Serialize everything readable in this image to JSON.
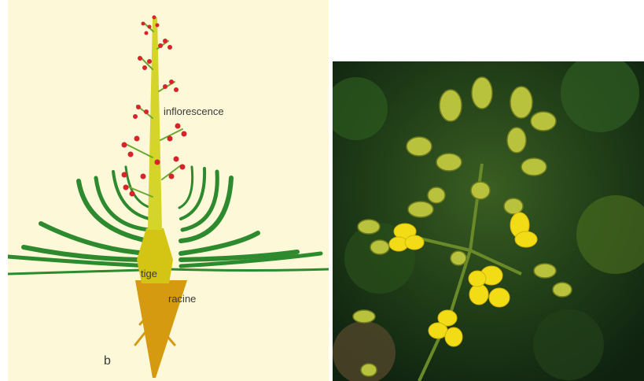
{
  "diagram": {
    "panel_letter": "b",
    "labels": {
      "inflorescence": "inflorescence",
      "stem": "tige",
      "root": "racine"
    },
    "colors": {
      "background": "#fdf8d8",
      "stem": "#d4d42a",
      "leaf": "#2e8a2e",
      "flower": "#d8232a",
      "root": "#d59a10",
      "pedicel": "#6aa830"
    }
  },
  "photo": {
    "subject": "yellow-flower-cluster",
    "colors": {
      "background": "#1d3a16",
      "bud": "#b9c23c",
      "petal": "#f2dc16"
    }
  }
}
